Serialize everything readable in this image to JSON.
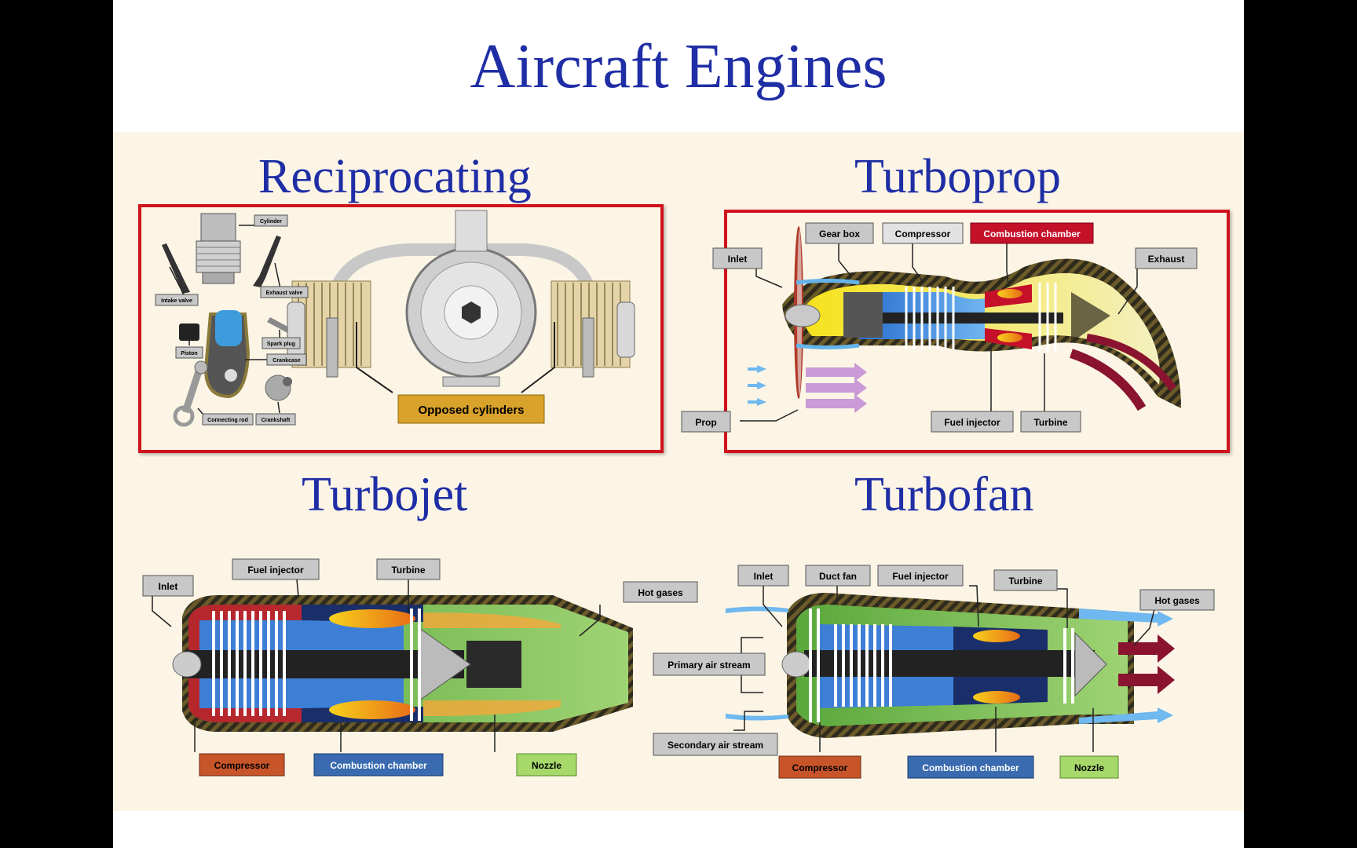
{
  "title": "Aircraft Engines",
  "sections": {
    "reciprocating": {
      "heading": "Reciprocating",
      "labels": {
        "cylinder": "Cylinder",
        "intake_valve": "Intake valve",
        "exhaust_valve": "Exhaust valve",
        "piston": "Piston",
        "spark_plug": "Spark plug",
        "crankcase": "Crankcase",
        "connecting_rod": "Connecting rod",
        "crankshaft": "Crankshaft",
        "opposed_cylinders": "Opposed cylinders"
      }
    },
    "turboprop": {
      "heading": "Turboprop",
      "labels": {
        "gear_box": "Gear box",
        "compressor": "Compressor",
        "combustion_chamber": "Combustion chamber",
        "inlet": "Inlet",
        "exhaust": "Exhaust",
        "prop": "Prop",
        "fuel_injector": "Fuel injector",
        "turbine": "Turbine"
      }
    },
    "turbojet": {
      "heading": "Turbojet",
      "labels": {
        "inlet": "Inlet",
        "fuel_injector": "Fuel injector",
        "turbine": "Turbine",
        "hot_gases": "Hot gases",
        "compressor": "Compressor",
        "combustion_chamber": "Combustion chamber",
        "nozzle": "Nozzle"
      }
    },
    "turbofan": {
      "heading": "Turbofan",
      "labels": {
        "inlet": "Inlet",
        "duct_fan": "Duct fan",
        "fuel_injector": "Fuel injector",
        "turbine": "Turbine",
        "hot_gases": "Hot gases",
        "primary_air_stream": "Primary air stream",
        "secondary_air_stream": "Secondary air stream",
        "compressor": "Compressor",
        "combustion_chamber": "Combustion chamber",
        "nozzle": "Nozzle"
      }
    }
  },
  "colors": {
    "title": "#1f2ea5",
    "frame": "#d0121c",
    "label_gray": "#c8c8c8",
    "compressor": "#c8552a",
    "combustion": "#3a6bb0",
    "nozzle": "#a6d86a",
    "gold": "#d9a22a",
    "combustion_red": "#c5102a"
  }
}
